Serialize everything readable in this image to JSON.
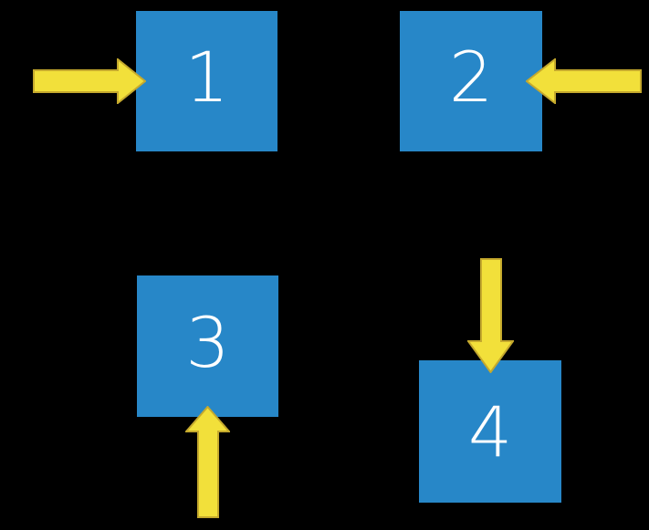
{
  "colors": {
    "background": "#000000",
    "square_fill": "#2787C8",
    "square_text": "#FFFFFF",
    "arrow_fill": "#F2E03A",
    "arrow_stroke": "#C5A92D"
  },
  "squares": [
    {
      "label": "1",
      "arrow": "yellow arrow pointing right, entering square 1 from the left"
    },
    {
      "label": "2",
      "arrow": "yellow arrow pointing left, entering square 2 from the right"
    },
    {
      "label": "3",
      "arrow": "yellow arrow pointing up, entering square 3 from below"
    },
    {
      "label": "4",
      "arrow": "yellow arrow pointing down, entering square 4 from above"
    }
  ]
}
